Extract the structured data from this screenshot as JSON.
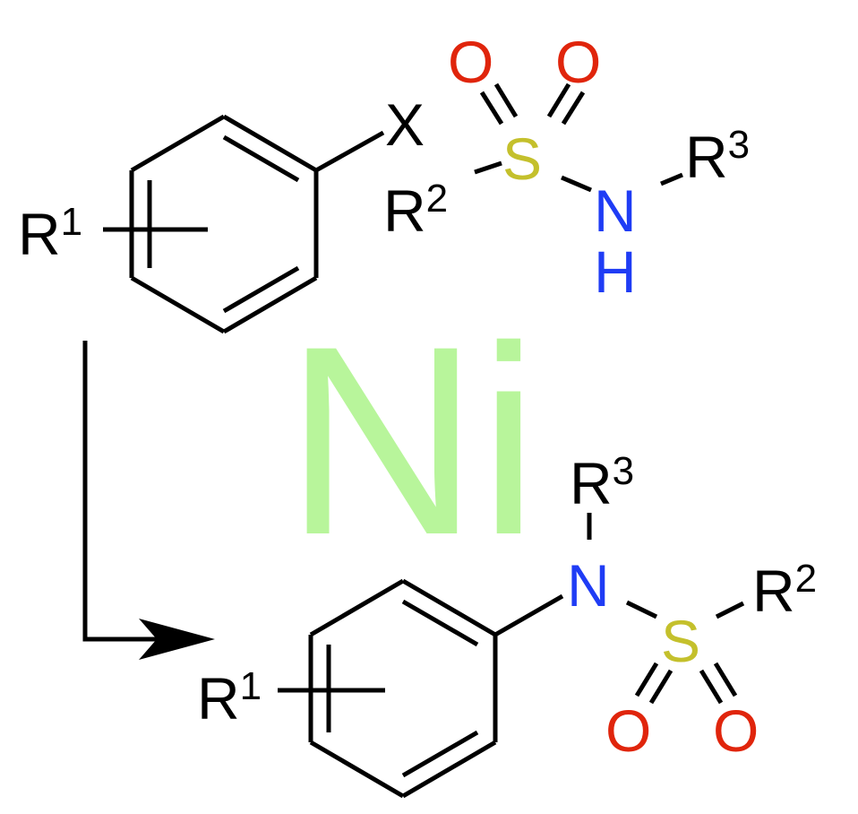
{
  "catalyst": {
    "label": "Ni",
    "color": "#b8f59b"
  },
  "colors": {
    "carbon": "#000000",
    "oxygen": "#e0250c",
    "sulfur": "#c4c02c",
    "nitrogen": "#1f3cf5"
  },
  "reactant": {
    "ring_substituent": {
      "symbol": "R",
      "index": "1"
    },
    "leaving_group": "X",
    "sulfur": "S",
    "oxygen_left": "O",
    "oxygen_right": "O",
    "sulfonyl_substituent": {
      "symbol": "R",
      "index": "2"
    },
    "nitrogen": "N",
    "hydrogen": "H",
    "amine_substituent": {
      "symbol": "R",
      "index": "3"
    }
  },
  "product": {
    "ring_substituent": {
      "symbol": "R",
      "index": "1"
    },
    "nitrogen": "N",
    "amine_substituent": {
      "symbol": "R",
      "index": "3"
    },
    "sulfur": "S",
    "sulfonyl_substituent": {
      "symbol": "R",
      "index": "2"
    },
    "oxygen_left": "O",
    "oxygen_right": "O"
  }
}
